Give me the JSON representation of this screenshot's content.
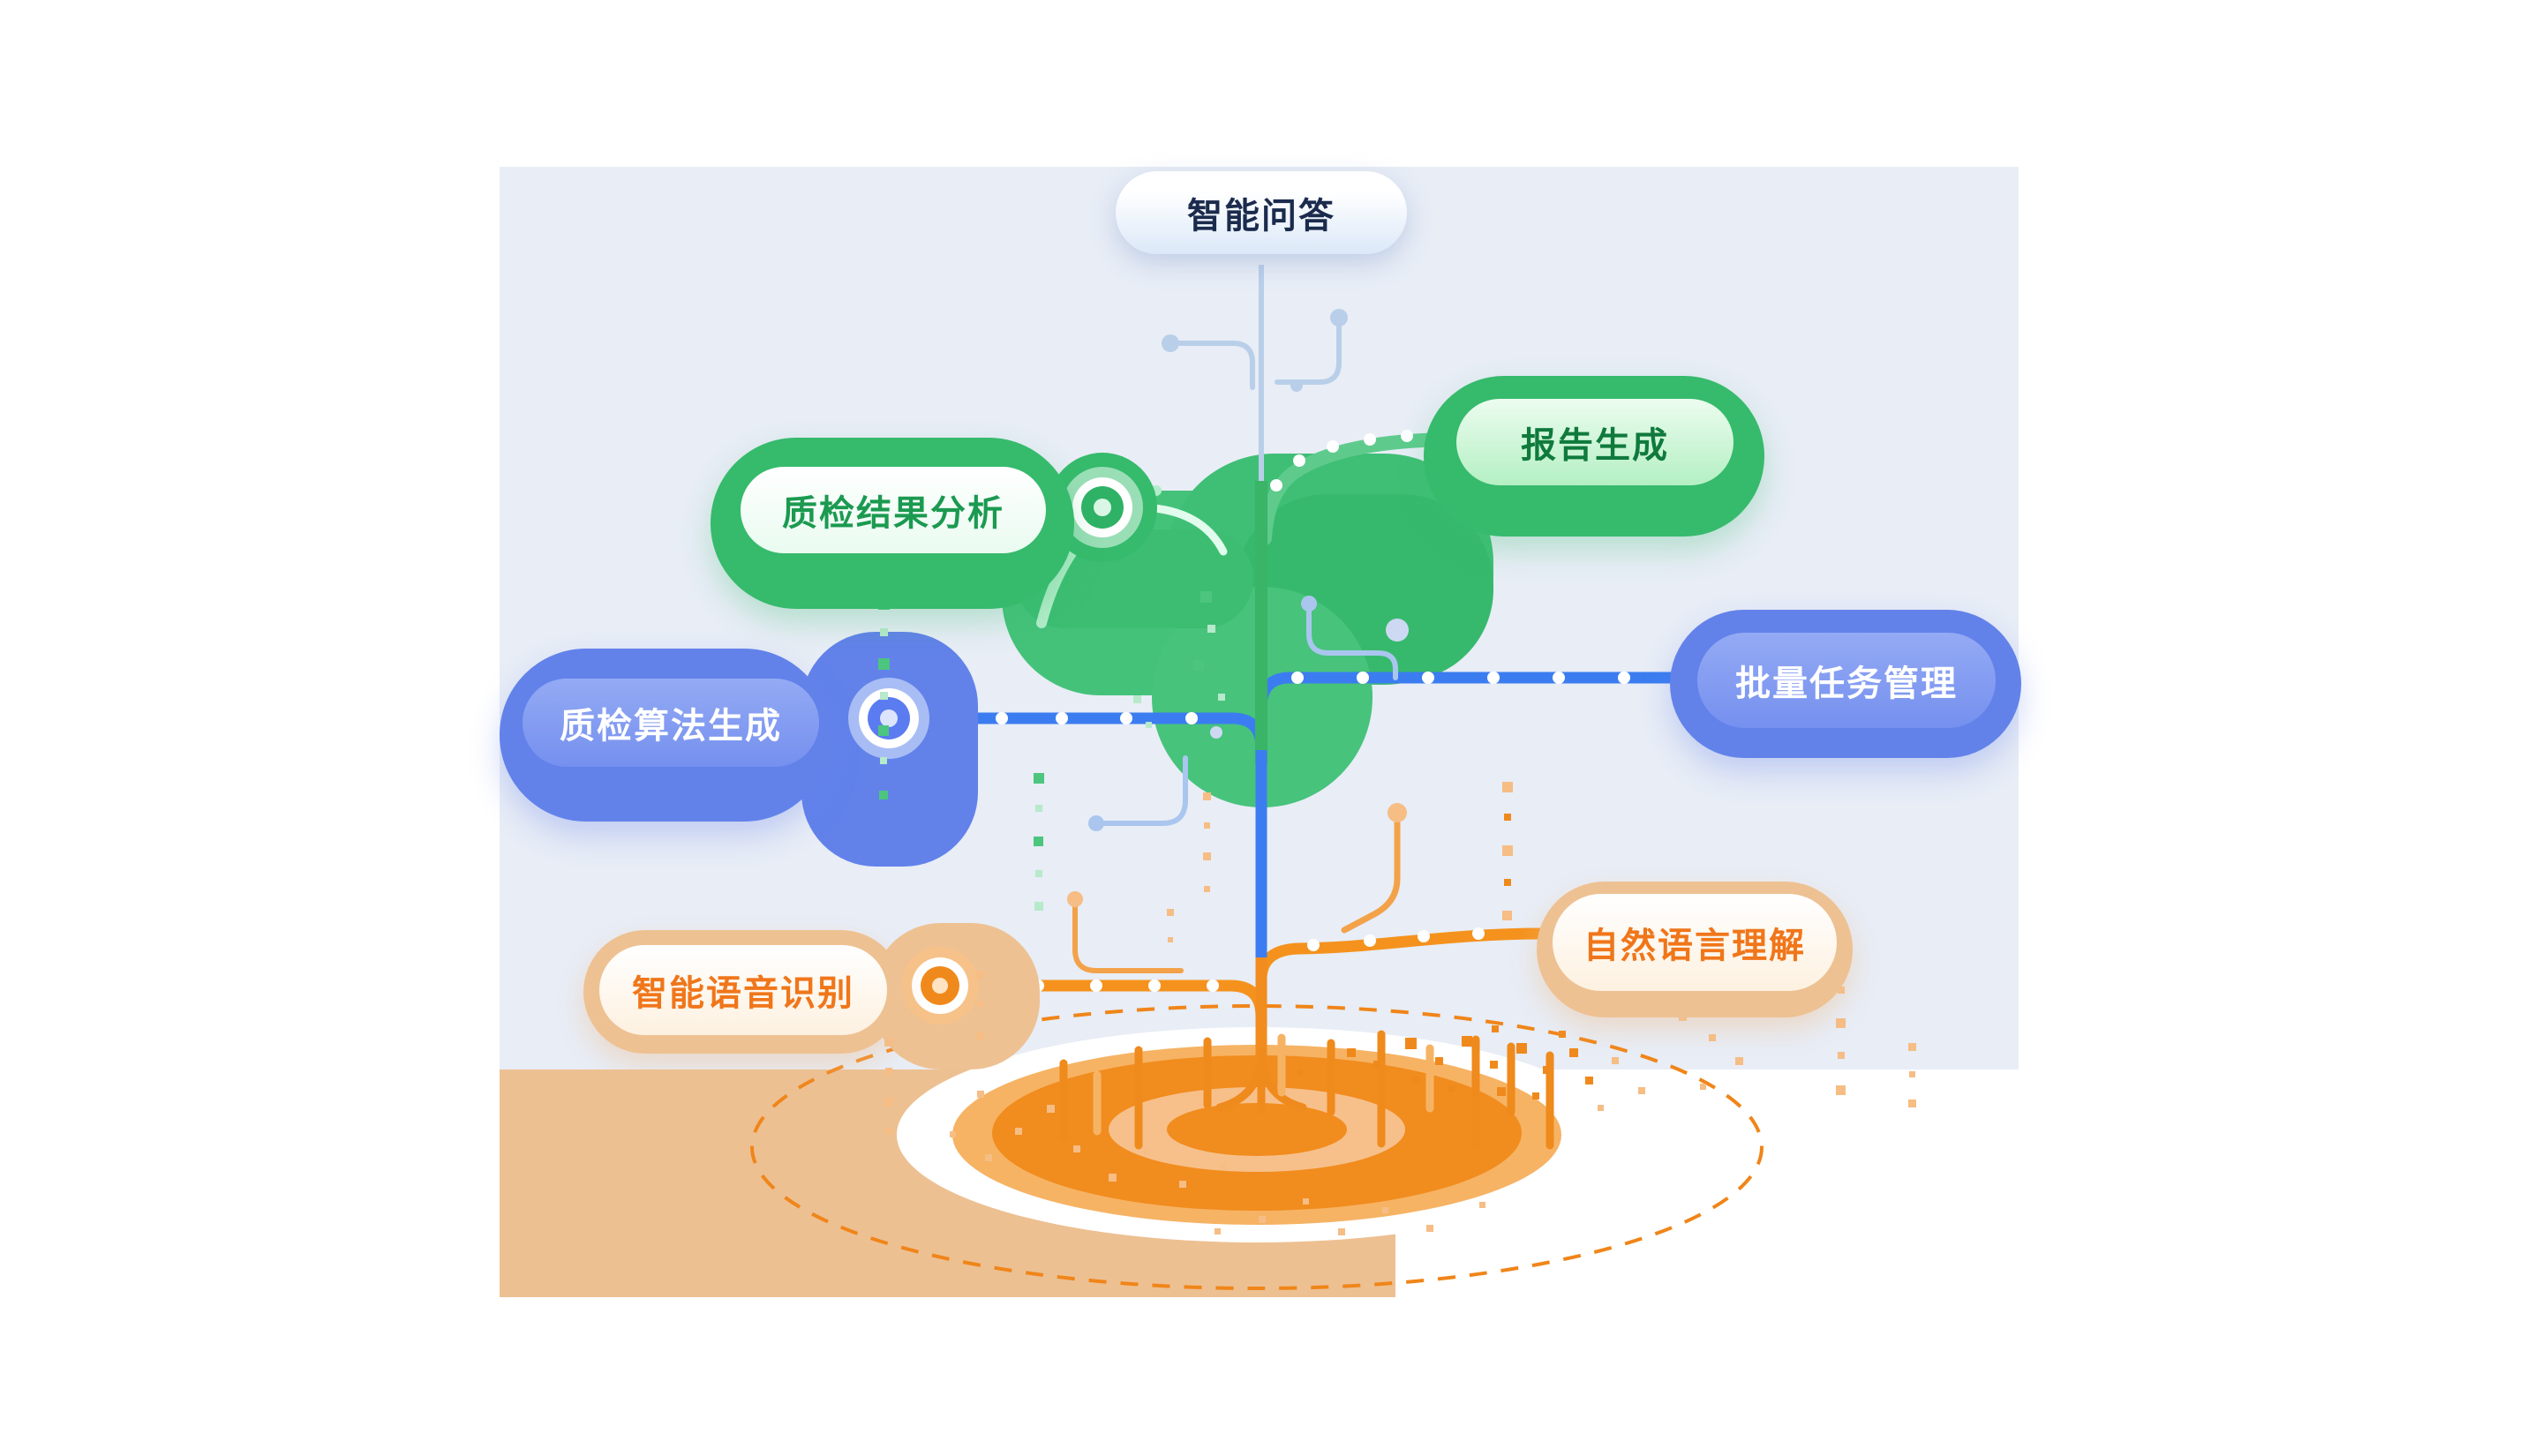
{
  "diagram": {
    "description": "AI capability tree diagram",
    "labels": {
      "qa": "智能问答",
      "report": "报告生成",
      "qc_analysis": "质检结果分析",
      "batch": "批量任务管理",
      "qc_algo": "质检算法生成",
      "nlu": "自然语言理解",
      "asr": "智能语音识别"
    }
  },
  "colors": {
    "panel_background": "#e8edf6",
    "ground": "#edc092",
    "green": "#36ba6c",
    "green_light": "#4cc57f",
    "blue": "#6282ea",
    "blue_line": "#3b7df0",
    "light_blue_twig": "#b9cfe9",
    "orange": "#f0891c",
    "orange_light": "#f6bd85",
    "tan": "#eec193",
    "text_dark": "#1b2b4d",
    "text_green": "#1b9a50",
    "text_orange": "#f0761a"
  }
}
